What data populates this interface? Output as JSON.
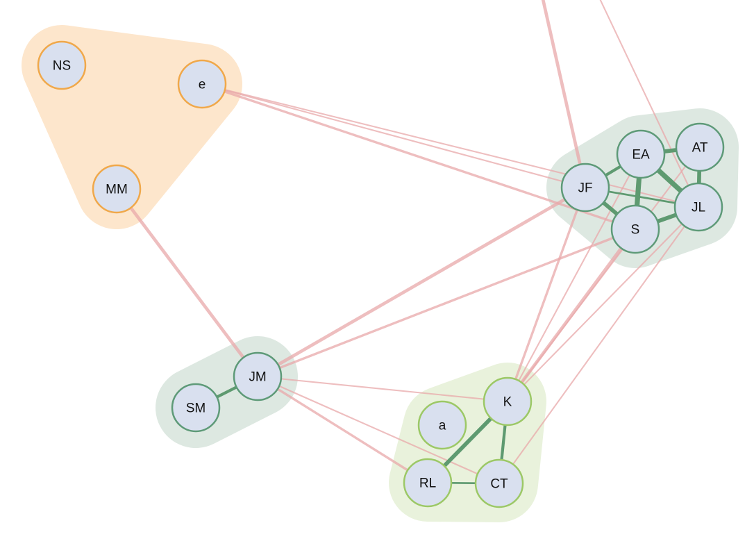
{
  "colors": {
    "background": "#ffffff",
    "node_fill": "#d9e0ef",
    "intra_edge": "#5e9a70",
    "inter_edge": "#e8a8aa",
    "group_orange_fill": "#fde6cc",
    "group_orange_stroke": "#f0a84a",
    "group_teal_fill": "#dde8e1",
    "group_teal_stroke": "#5e9a78",
    "group_lightgreen_fill": "#e9f2dc",
    "group_lightgreen_stroke": "#9cc866"
  },
  "groups": [
    {
      "id": "orange",
      "members": [
        "NS",
        "e",
        "MM"
      ]
    },
    {
      "id": "teal-right",
      "members": [
        "JF",
        "EA",
        "AT",
        "JL",
        "S"
      ]
    },
    {
      "id": "teal-left",
      "members": [
        "JM",
        "SM"
      ]
    },
    {
      "id": "lightgreen",
      "members": [
        "K",
        "a",
        "RL",
        "CT"
      ]
    }
  ],
  "nodes": [
    {
      "id": "NS",
      "label": "NS",
      "group": "orange"
    },
    {
      "id": "e",
      "label": "e",
      "group": "orange"
    },
    {
      "id": "MM",
      "label": "MM",
      "group": "orange"
    },
    {
      "id": "JF",
      "label": "JF",
      "group": "teal-right"
    },
    {
      "id": "EA",
      "label": "EA",
      "group": "teal-right"
    },
    {
      "id": "AT",
      "label": "AT",
      "group": "teal-right"
    },
    {
      "id": "JL",
      "label": "JL",
      "group": "teal-right"
    },
    {
      "id": "S",
      "label": "S",
      "group": "teal-right"
    },
    {
      "id": "JM",
      "label": "JM",
      "group": "teal-left"
    },
    {
      "id": "SM",
      "label": "SM",
      "group": "teal-left"
    },
    {
      "id": "K",
      "label": "K",
      "group": "lightgreen"
    },
    {
      "id": "a",
      "label": "a",
      "group": "lightgreen"
    },
    {
      "id": "RL",
      "label": "RL",
      "group": "lightgreen"
    },
    {
      "id": "CT",
      "label": "CT",
      "group": "lightgreen"
    }
  ],
  "edges": [
    {
      "source": "EA",
      "target": "AT",
      "kind": "intra",
      "weight": 3
    },
    {
      "source": "EA",
      "target": "JF",
      "kind": "intra",
      "weight": 2
    },
    {
      "source": "EA",
      "target": "JL",
      "kind": "intra",
      "weight": 4
    },
    {
      "source": "EA",
      "target": "S",
      "kind": "intra",
      "weight": 4
    },
    {
      "source": "AT",
      "target": "JL",
      "kind": "intra",
      "weight": 3
    },
    {
      "source": "JF",
      "target": "JL",
      "kind": "intra",
      "weight": 1
    },
    {
      "source": "JF",
      "target": "S",
      "kind": "intra",
      "weight": 3
    },
    {
      "source": "S",
      "target": "JL",
      "kind": "intra",
      "weight": 3
    },
    {
      "source": "JM",
      "target": "SM",
      "kind": "intra",
      "weight": 2
    },
    {
      "source": "K",
      "target": "RL",
      "kind": "intra",
      "weight": 3
    },
    {
      "source": "K",
      "target": "CT",
      "kind": "intra",
      "weight": 2
    },
    {
      "source": "RL",
      "target": "CT",
      "kind": "intra",
      "weight": 1
    },
    {
      "source": "e",
      "target": "JF",
      "kind": "inter",
      "weight": 1
    },
    {
      "source": "e",
      "target": "S",
      "kind": "inter",
      "weight": 2
    },
    {
      "source": "e",
      "target": "JL",
      "kind": "inter",
      "weight": 1
    },
    {
      "source": "MM",
      "target": "JM",
      "kind": "inter",
      "weight": 3
    },
    {
      "source": "JM",
      "target": "JF",
      "kind": "inter",
      "weight": 3
    },
    {
      "source": "JM",
      "target": "S",
      "kind": "inter",
      "weight": 2
    },
    {
      "source": "JM",
      "target": "K",
      "kind": "inter",
      "weight": 1
    },
    {
      "source": "JM",
      "target": "RL",
      "kind": "inter",
      "weight": 2
    },
    {
      "source": "JM",
      "target": "CT",
      "kind": "inter",
      "weight": 1
    },
    {
      "source": "K",
      "target": "JF",
      "kind": "inter",
      "weight": 2
    },
    {
      "source": "K",
      "target": "EA",
      "kind": "inter",
      "weight": 1
    },
    {
      "source": "K",
      "target": "S",
      "kind": "inter",
      "weight": 3
    },
    {
      "source": "K",
      "target": "JL",
      "kind": "inter",
      "weight": 1
    },
    {
      "source": "K",
      "target": "AT",
      "kind": "inter",
      "weight": 1
    },
    {
      "source": "CT",
      "target": "JL",
      "kind": "inter",
      "weight": 1
    },
    {
      "source": "JF",
      "target": "offscreen-top-1",
      "kind": "inter",
      "weight": 3
    },
    {
      "source": "JL",
      "target": "offscreen-top-2",
      "kind": "inter",
      "weight": 1
    }
  ]
}
